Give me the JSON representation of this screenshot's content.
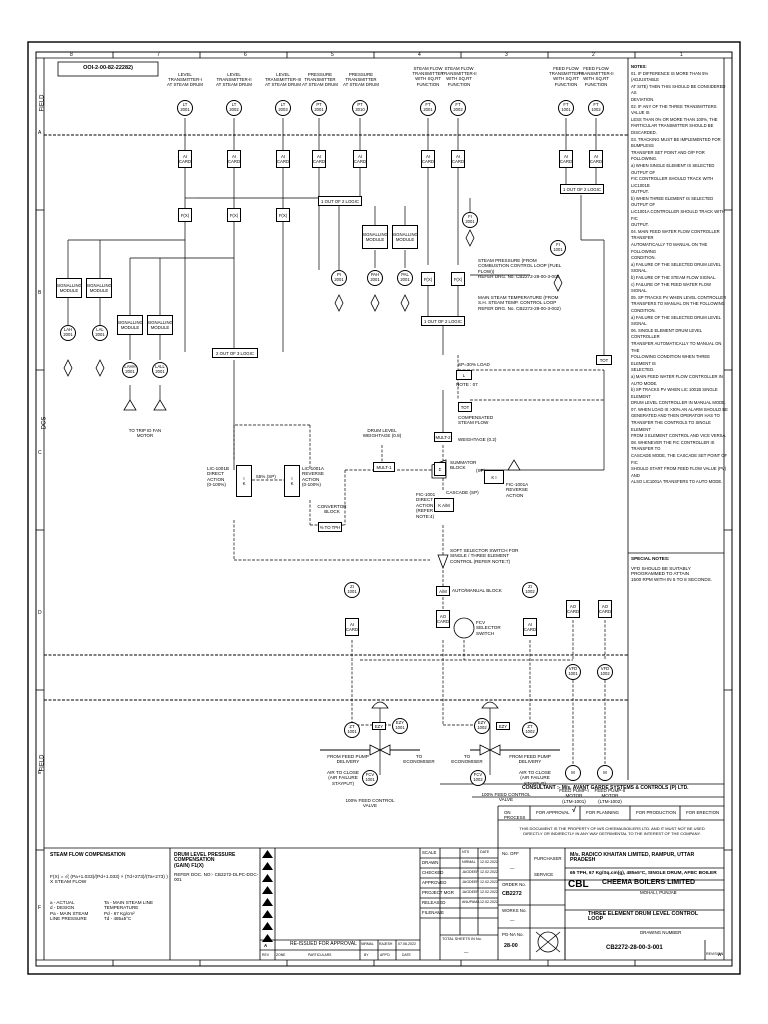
{
  "sheet": {
    "rotated_ref": "OOI-2-00-82-22282)",
    "column_numbers": [
      "8",
      "7",
      "6",
      "5",
      "4",
      "3",
      "2",
      "1"
    ],
    "row_letters": [
      "A",
      "B",
      "C",
      "D",
      "E",
      "F"
    ],
    "zones": [
      "FIELD",
      "DCS",
      "FIELD"
    ]
  },
  "instruments": [
    {
      "id": "lt2001",
      "tag": "LT\n2001",
      "caption": "LEVEL\nTRANSMITTER-I\nAT STEAM DRUM"
    },
    {
      "id": "lt2002",
      "tag": "LT\n2002",
      "caption": "LEVEL\nTRANSMITTER-II\nAT STEAM DRUM"
    },
    {
      "id": "lt2003",
      "tag": "LT\n2003",
      "caption": "LEVEL\nTRANSMITTER-III\nAT STEAM DRUM"
    },
    {
      "id": "pt2001",
      "tag": "PT\n2001",
      "caption": "PRESSURE\nTRANSMITTER\nAT STEAM DRUM"
    },
    {
      "id": "pt2010",
      "tag": "PT\n2010",
      "caption": "PRESSURE\nTRANSMITTER\nAT STEAM DRUM"
    },
    {
      "id": "ft2001",
      "tag": "FT\n2001",
      "caption": "STEAM FLOW\nTRANSMITTER\nWITH SQ.RT\nFUNCTION"
    },
    {
      "id": "ft2002",
      "tag": "FT\n2002",
      "caption": "STEAM FLOW\nTRANSMITTER-II\nWITH SQ.RT\nFUNCTION"
    },
    {
      "id": "ft1001",
      "tag": "FT\n1001",
      "caption": "FEED FLOW\nTRANSMITTER-I\nWITH SQ.RT\nFUNCTION"
    },
    {
      "id": "ft1002",
      "tag": "FT\n1002",
      "caption": "FEED FLOW\nTRANSMITTER-II\nWITH SQ.RT\nFUNCTION"
    }
  ],
  "labels": {
    "ai_card": "AI\nCARD",
    "ao_card": "AO\nCARD",
    "signalling_module": "SIGNALLING\nMODULE",
    "fx": "F(X)",
    "one_out_of_two": "1 OUT OF 2 LOGIC",
    "two_out_of_three": "2 OUT OF 3 LOGIC",
    "trip_id_fan": "TO TRIP ID FAN\nMOTOR",
    "lic1001b": "LIC-1001B\nDIRECT\nACTION\n(0-100%)",
    "lic1001a": "LIC-1001A\nREVERSE\nACTION\n(0-100%)",
    "sp55": "55% (SP)",
    "convertor": "CONVERTOR\nBLOCK",
    "convertor_range": "% TO TPH",
    "drum_level_weightage": "DRUM LEVEL\nWEIGHTAGE (0.8)",
    "mult1": "MULT-1",
    "mult2": "MULT-2",
    "summator": "SUMMATOR\nBLOCK",
    "fic1001": "FIC-1001\nDIRECT\nACTION\n(REFER\nNOTE:4)",
    "cascade": "CASCADE (SP)",
    "fic1001a": "FIC-1001A\nREVERSE\nACTION",
    "sp_load": "SP=30% LOAD",
    "note07": "NOTE : 07",
    "compensated_flow": "COMPENSATED\nSTEAM FLOW",
    "flow_weightage": "WEIGHTAGE (0.2)",
    "tot": "TOT",
    "steam_pressure_ref": "STEAM PRESSURE (FROM\nCOMBUSTION CONTROL LOOP (FUEL FLOW))\nREFER DRG. No. CB2272-28-00-3-005",
    "steam_temp_ref": "MAIN STEAM TEMPERATURE (FROM\nS.H. STEAM TEMP. CONTROL LOOP\nREFER DRG. No. CB2272-28-00-3-002)",
    "soft_selector": "SOFT SELECTOR SWITCH FOR\nSINGLE / THREE ELEMENT\nCONTROL (REFER NOTE:7)",
    "auto_manual": "AUTO/MANUAL BLOCK",
    "am": "A/M",
    "fcv_selector": "FCV\nSELECTOR\nSWITCH",
    "feed_pump_1": "FEED PUMP-I MOTOR\n(LTM-1001)",
    "feed_pump_2": "FEED PUMP-II MOTOR\n(LTM-1002)",
    "from_feed_pump": "FROM FEED PUMP DELIVERY",
    "to_economiser": "TO\nECONOMISER",
    "air_to_close": "AIR TO CLOSE\n(AIR FAILURE STAYPUT)",
    "fcv_100": "100% FEED CONTROL VALVE",
    "fcv1001": "FCV\n1001",
    "fcv1002": "FCV\n1002",
    "zt1001": "ZT\n1001",
    "zt1002": "ZT\n1002",
    "ezy1001": "EZY\n1001",
    "ezy1002": "EZY\n1002",
    "vfd1001": "VFD\n1001",
    "vfd1002": "VFD\n1002",
    "ezy": "EZY"
  },
  "alarm_tags": [
    "LAH\n2001",
    "LAL\n2001",
    "LAHH\n2001",
    "LALL\n2001",
    "PI\n2001",
    "PAH\n2001",
    "PAL\n2001",
    "FI\n2001",
    "FI\n1001"
  ],
  "notes": {
    "title": "NOTES:",
    "items": [
      "01. IF DIFFERENCE IS MORE THAN 5% (ADJUSTABLE",
      "AT SITE) THEN THIS SHOULD BE CONSIDERED AS",
      "DEVIATION.",
      "02. IF ANY OF THE THREE TRANSMITTERS VALUE IS",
      "LESS THAN 0% OR MORE THAN 100%, THE",
      "PARTICULAR TRANSMITTER SHOULD BE DISCARDED.",
      "03. TRACKING MUST BE IMPLEMENTED FOR BUMPLESS",
      "TRANSFER SET POINT AND O/P FOR FOLLOWING.",
      "a) WHEN SINGLE ELEMENT IS SELECTED OUTPUT OF",
      "FIC CONTROLLER SHOULD TRACK WITH LIC1001B",
      "OUTPUT.",
      "b) WHEN THREE ELEMENT IS SELECTED OUTPUT OF",
      "LIC1001A CONTROLLER SHOULD TRACK WITH FIC",
      "OUTPUT.",
      "04. MAIN FEED WATER FLOW CONTROLLER TRANSFER",
      "AUTOMATICALLY TO MANUAL ON THE FOLLOWING",
      "CONDITION.",
      "a) FAILURE OF THE SELECTED DRUM LEVEL SIGNAL.",
      "b) FAILURE OF THE STEAM FLOW SIGNAL.",
      "c) FAILURE OF THE FEED WATER FLOW SIGNAL.",
      "05. SP TRACKS PV WHEN LEVEL CONTROLLER",
      "TRANSFERS TO MANUAL ON THE FOLLOWING",
      "CONDITION.",
      "a) FAILURE OF THE SELECTED DRUM LEVEL SIGNAL.",
      "06. SINGLE ELEMENT DRUM LEVEL CONTROLLER",
      "TRANSFER AUTOMATICALLY TO MANUAL ON THE",
      "FOLLOWING CONDITION WHEN THREE ELEMENT IS",
      "SELECTED.",
      "a) MAIN FEED WATER FLOW CONTROLLER IN",
      "AUTO MODE.",
      "b) SP TRACKS PV WHEN LIC 1001B SINGLE ELEMENT",
      "DRUM LEVEL CONTROLLER IN MANUAL MODE.",
      "07. WHEN LOAD IS >30% AN ALARM SHOULD BE",
      "GENERATED AND THEN OPERATOR HAS TO",
      "TRANSFER THE CONTROLS TO SINGLE ELEMENT",
      "FROM 3 ELEMENT CONTROL AND VICE VERSA.",
      "08. WHENEVER THE FIC CONTROLLER IS TRANSFER TO",
      "CASCADE MODE, THE CASCADE SET POINT OF FIC",
      "SHOULD START FROM FEED FLOW VALUE (PV) AND",
      "ALSO LIC1001A TRANSFERS TO AUTO MODE."
    ]
  },
  "special_notes": {
    "title": "SPECIAL NOTES:",
    "text": "VFD SHOULD BE SUITABLY PROGRAMMED TO ATTAIN\n1500 RPM WITH IN 5 TO 8 SECONDS."
  },
  "compensation": {
    "steam_title": "STEAM FLOW COMPENSATION",
    "formula": "F(X) = √( (Pa+1.033)/(Pd+1.033) × (Td+273)/(Ta+273) ) X STEAM FLOW",
    "legend": "a  - ACTUAL\nd  - DESIGN\nPa - MAIN STEAM\n     LINE PRESSURE",
    "legend_right": "Ta - MAIN STEAM LINE TEMPERATURE\nPd - 67 Kg/cm²\nTd - 485±5°C",
    "drum_title": "DRUM LEVEL PRESSURE COMPENSATION\n(GAIN) F1(X)",
    "drum_ref": "REFER DOC. NO:- CB2272-DLPC-DOC-001"
  },
  "title_block": {
    "consultant": "CONSULTANT :- M/s. AVANT GARDE SYSTEMS & CONTROLS (P) LTD.",
    "status": [
      "ON PROCESS",
      "FOR APPROVAL",
      "FOR PLANNING",
      "FOR PRODUCTION",
      "FOR ERECTION"
    ],
    "check": "√",
    "property": "THIS DOCUMENT IS THE PROPERTY OF M/S CHEEMA BOILERS LTD. AND IT MUST NOT BE USED\nDIRECTLY OR INDIRECTLY IN ANY WAY DETRIMENTAL TO THE INTEREST OF THE COMPANY.",
    "purchaser_label": "PURCHASER",
    "purchaser": "M/s. RADICO KHAITAN LIMITED, RAMPUR, UTTAR PRADESH",
    "service_label": "SERVICE",
    "service": "65 TPH, 67 Kg/Sq.cm(g), 485±5°C, SINGLE DRUM, AFBC BOILER",
    "company": "CHEEMA BOILERS LIMITED",
    "location": "MOHALI, PUNJAB",
    "logo": "CBL",
    "title": "THREE ELEMENT DRUM LEVEL CONTROL LOOP",
    "drawing_number_label": "DRAWING NUMBER",
    "drawing_number": "CB2272-28-00-3-001",
    "revision_label": "REVISION",
    "revision": "A",
    "scale_rows": [
      "SCALE",
      "DRAWN",
      "CHECKED",
      "APPROVED",
      "PROJECT MGR",
      "RELEASED",
      "FILENAME"
    ],
    "names": [
      "NTS",
      "NIRMAL",
      "JAGDEEP",
      "JAGDEEP",
      "JAGDEEP",
      "ANUPAMA",
      ""
    ],
    "dates": [
      "DATE",
      "12.02.2022",
      "12.02.2022",
      "12.02.2022",
      "12.02.2022",
      "12.02.2022",
      ""
    ],
    "no_off_label": "No. OFF",
    "no_off": "—",
    "order_no_label": "ORDER No.",
    "order_no": "CB2272",
    "works_no_label": "WORKS No.",
    "works_no": "—",
    "pg_label": "PG-NA No.",
    "pg": "28-00",
    "total_label": "TOTAL SHEETS IN No.",
    "total": "—",
    "rev_row": {
      "rev": "A",
      "zone": "",
      "desc": "RE-ISSUED FOR APPROVAL",
      "by": "NIRMAL",
      "chkd": "RAJESH",
      "date": "07.06.2022"
    },
    "rev_headers": [
      "REV",
      "ZONE",
      "PARTICULARS",
      "BY",
      "APP'D",
      "DATE"
    ]
  }
}
